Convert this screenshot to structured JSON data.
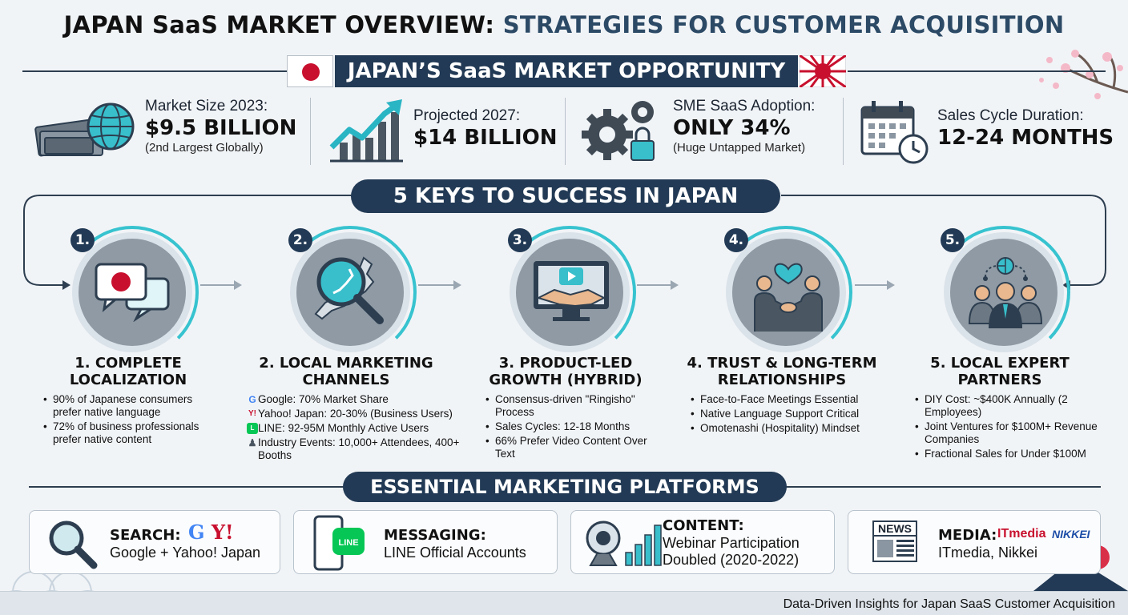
{
  "title": {
    "part1": "JAPAN SaaS MARKET OVERVIEW:",
    "part2": "STRATEGIES FOR CUSTOMER ACQUISITION"
  },
  "opportunity_banner": "JAPAN’S SaaS MARKET OPPORTUNITY",
  "stats": [
    {
      "label": "Market Size 2023:",
      "value": "$9.5 BILLION",
      "note": "(2nd Largest Globally)",
      "icon": "money-globe-icon"
    },
    {
      "label": "Projected 2027:",
      "value": "$14 BILLION",
      "note": "",
      "icon": "growth-chart-icon"
    },
    {
      "label": "SME SaaS Adoption:",
      "value": "ONLY 34%",
      "note": "(Huge Untapped Market)",
      "icon": "gears-lock-icon"
    },
    {
      "label": "Sales Cycle Duration:",
      "value": "12-24 MONTHS",
      "note": "",
      "icon": "calendar-clock-icon"
    }
  ],
  "keys_banner": "5 KEYS TO SUCCESS IN JAPAN",
  "keys": [
    {
      "num": "1.",
      "title1": "1. COMPLETE",
      "title2": "LOCALIZATION",
      "icon": "speech-bubbles-flag-icon",
      "items": [
        "90% of Japanese consumers prefer native language",
        "72% of business professionals prefer native content"
      ]
    },
    {
      "num": "2.",
      "title1": "2. LOCAL MARKETING",
      "title2": "CHANNELS",
      "icon": "magnifier-map-icon",
      "items": [
        "Google: 70% Market Share",
        "Yahoo! Japan: 20-30% (Business Users)",
        "LINE: 92-95M Monthly Active Users",
        "Industry Events: 10,000+ Attendees, 400+ Booths"
      ]
    },
    {
      "num": "3.",
      "title1": "3. PRODUCT-LED",
      "title2": "GROWTH (HYBRID)",
      "icon": "handshake-video-icon",
      "items": [
        "Consensus-driven \"Ringisho\" Process",
        "Sales Cycles: 12-18 Months",
        "66% Prefer Video Content Over Text"
      ]
    },
    {
      "num": "4.",
      "title1": "4. TRUST & LONG-TERM",
      "title2": "RELATIONSHIPS",
      "icon": "handshake-heart-icon",
      "items": [
        "Face-to-Face Meetings Essential",
        "Native Language Support Critical",
        "Omotenashi (Hospitality) Mindset"
      ]
    },
    {
      "num": "5.",
      "title1": "5. LOCAL EXPERT",
      "title2": "PARTNERS",
      "icon": "team-network-icon",
      "items": [
        "DIY Cost: ~$400K Annually (2 Employees)",
        "Joint Ventures for $100M+ Revenue Companies",
        "Fractional Sales for Under $100M"
      ]
    }
  ],
  "platforms_banner": "ESSENTIAL MARKETING PLATFORMS",
  "platforms": [
    {
      "title": "SEARCH:",
      "text": "Google + Yahoo! Japan",
      "icon": "search-icon",
      "logos": "G Y!"
    },
    {
      "title": "MESSAGING:",
      "text": "LINE Official Accounts",
      "icon": "phone-line-icon",
      "logos": "LINE"
    },
    {
      "title": "CONTENT:",
      "text1": "Webinar Participation",
      "text2": "Doubled (2020-2022)",
      "icon": "webcam-chart-icon"
    },
    {
      "title": "MEDIA:",
      "text": "ITmedia, Nikkei",
      "icon": "newspaper-icon",
      "logo1": "ITmedia",
      "logo2": "NIKKEI",
      "newspaper": "NEWS"
    }
  ],
  "footer": "Data-Driven Insights for Japan SaaS Customer Acquisition",
  "colors": {
    "navy": "#223a55",
    "teal": "#37c3cf",
    "red": "#c8102e",
    "line_green": "#06c755"
  }
}
